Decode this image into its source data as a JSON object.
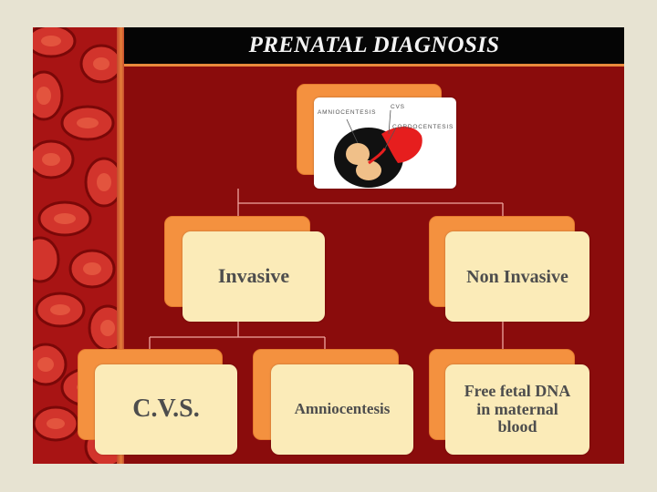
{
  "title": "PRENATAL DIAGNOSIS",
  "image_labels": {
    "amniocentesis": "AMNIOCENTESIS",
    "cvs": "CVS",
    "cordocentesis": "CORDOCENTESIS"
  },
  "nodes": {
    "invasive": "Invasive",
    "non_invasive": "Non Invasive",
    "cvs": "C.V.S.",
    "amniocentesis": "Amniocentesis",
    "free_fetal_dna": [
      "Free fetal DNA",
      "in maternal",
      "blood"
    ]
  },
  "colors": {
    "background": "#8a0c0c",
    "node_back": "#f4913f",
    "node_front": "#fbebb8",
    "title_bar": "#050505",
    "title_border": "#e98a3c"
  }
}
